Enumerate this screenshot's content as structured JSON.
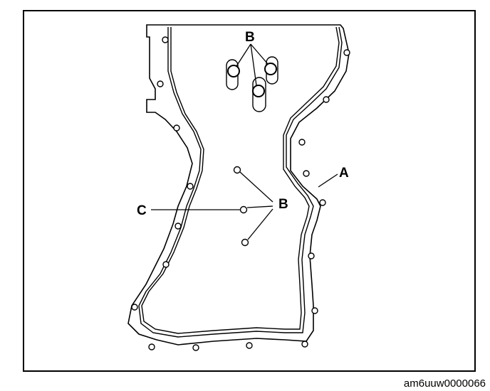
{
  "labels": {
    "b_top": "B",
    "b_mid": "B",
    "a": "A",
    "c": "C"
  },
  "figure_id": "am6uuw0000066",
  "colors": {
    "line": "#000000",
    "background": "#ffffff"
  }
}
